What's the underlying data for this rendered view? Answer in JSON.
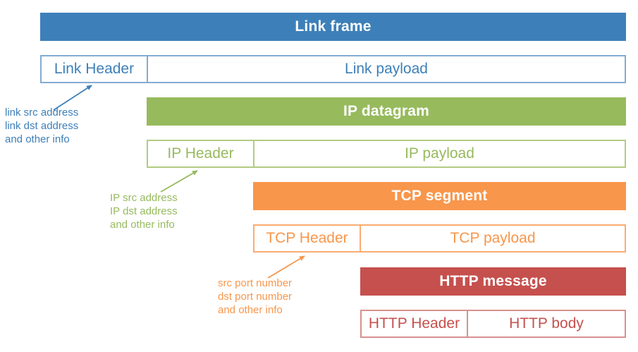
{
  "colors": {
    "blue": "#3D80B9",
    "blue-border": "#84ABD2",
    "green": "#97BA5D",
    "green-border": "#B2CB82",
    "orange": "#F8964B",
    "orange-border": "#FAAC72",
    "red": "#C5504E",
    "red-border": "#D8908E",
    "background": "#FFFFFF",
    "bar-title-text": "#FFFFFF"
  },
  "layers": [
    {
      "name": "link",
      "bar_label": "Link frame",
      "header_label": "Link Header",
      "payload_label": "Link payload",
      "annotation_lines": [
        "link src address",
        "link dst address",
        "and other info"
      ]
    },
    {
      "name": "ip",
      "bar_label": "IP datagram",
      "header_label": "IP Header",
      "payload_label": "IP payload",
      "annotation_lines": [
        "IP src address",
        "IP dst address",
        "and other info"
      ]
    },
    {
      "name": "tcp",
      "bar_label": "TCP segment",
      "header_label": "TCP Header",
      "payload_label": "TCP payload",
      "annotation_lines": [
        "src port number",
        "dst port number",
        "and other info"
      ]
    },
    {
      "name": "http",
      "bar_label": "HTTP message",
      "header_label": "HTTP Header",
      "payload_label": "HTTP body",
      "annotation_lines": []
    }
  ]
}
